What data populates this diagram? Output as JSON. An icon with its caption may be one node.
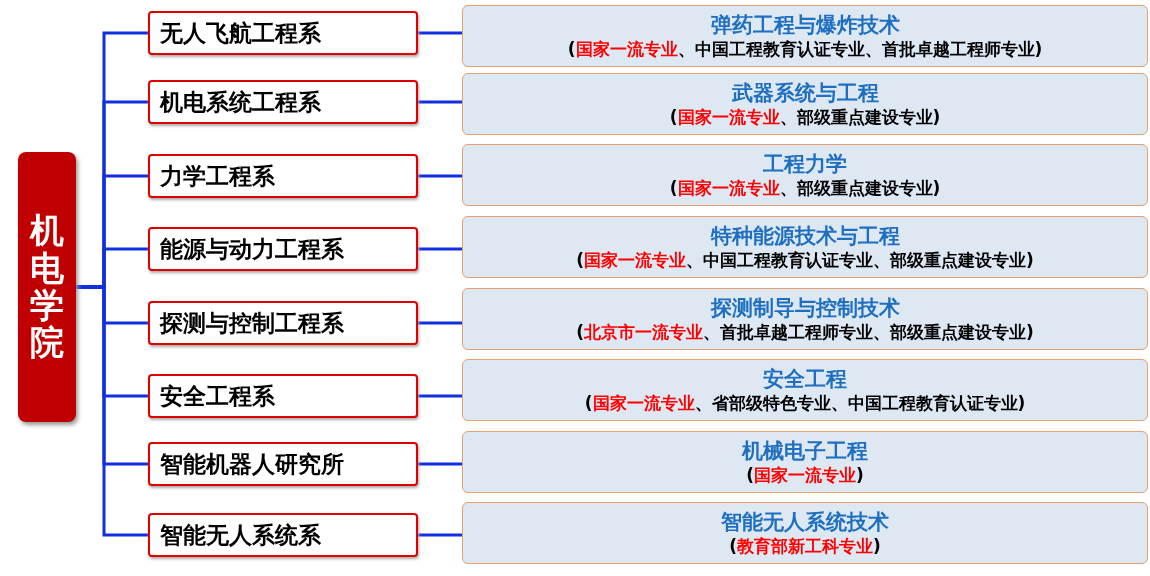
{
  "diagram": {
    "nodes": [
      {
        "text": [
          "机电学院"
        ]
      },
      {
        "text": [
          "无人飞航工程系"
        ]
      },
      {
        "text": [
          "机电系统工程系"
        ]
      },
      {
        "text": [
          "力学工程系"
        ]
      },
      {
        "text": [
          "能源与动力工程系"
        ]
      },
      {
        "text": [
          "探测与控制工程系"
        ]
      },
      {
        "text": [
          "安全工程系"
        ]
      },
      {
        "text": [
          "智能机器人研究所"
        ]
      },
      {
        "text": [
          "智能无人系统系"
        ]
      },
      {
        "text": [
          "弹药工程与爆炸技术",
          "(**国家一流专业**、中国工程教育认证专业、首批卓越工程师专业)"
        ]
      },
      {
        "text": [
          "武器系统与工程",
          "(**国家一流专业**、部级重点建设专业)"
        ]
      },
      {
        "text": [
          "工程力学",
          "(**国家一流专业**、部级重点建设专业)"
        ]
      },
      {
        "text": [
          "特种能源技术与工程",
          "(**国家一流专业**、中国工程教育认证专业、部级重点建设专业)"
        ]
      },
      {
        "text": [
          "探测制导与控制技术",
          "(**北京市一流专业**、首批卓越工程师专业、部级重点建设专业)"
        ]
      },
      {
        "text": [
          "安全工程",
          "(**国家一流专业**、省部级特色专业、中国工程教育认证专业)"
        ]
      },
      {
        "text": [
          "机械电子工程",
          "(**国家一流专业**)"
        ]
      },
      {
        "text": [
          "智能无人系统技术",
          "(**教育部新工科专业**)"
        ]
      }
    ],
    "edges": [
      {
        "from": 0,
        "to": 1,
        "arrow": "none"
      },
      {
        "from": 0,
        "to": 2,
        "arrow": "none"
      },
      {
        "from": 0,
        "to": 3,
        "arrow": "none"
      },
      {
        "from": 0,
        "to": 4,
        "arrow": "none"
      },
      {
        "from": 0,
        "to": 5,
        "arrow": "none"
      },
      {
        "from": 0,
        "to": 6,
        "arrow": "none"
      },
      {
        "from": 0,
        "to": 7,
        "arrow": "none"
      },
      {
        "from": 0,
        "to": 8,
        "arrow": "none"
      },
      {
        "from": 1,
        "to": 9,
        "arrow": "none"
      },
      {
        "from": 2,
        "to": 10,
        "arrow": "none"
      },
      {
        "from": 3,
        "to": 11,
        "arrow": "none"
      },
      {
        "from": 4,
        "to": 12,
        "arrow": "none"
      },
      {
        "from": 5,
        "to": 13,
        "arrow": "none"
      },
      {
        "from": 6,
        "to": 14,
        "arrow": "none"
      },
      {
        "from": 7,
        "to": 15,
        "arrow": "none"
      },
      {
        "from": 8,
        "to": 16,
        "arrow": "none"
      }
    ]
  }
}
